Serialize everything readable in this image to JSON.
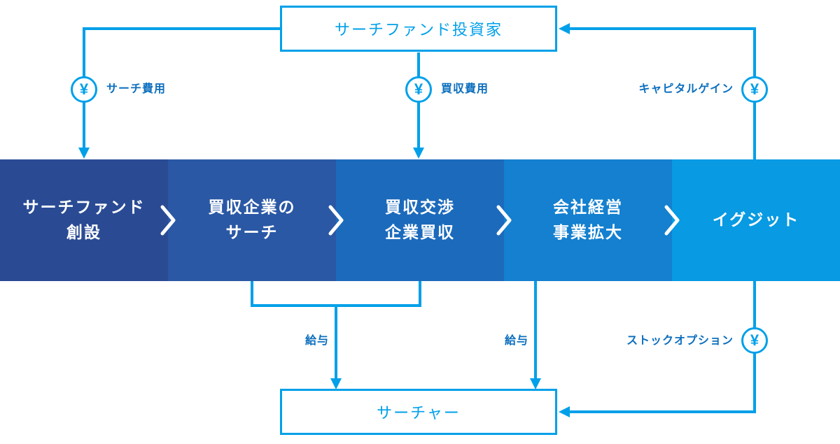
{
  "diagram": {
    "investor_box": {
      "label": "サーチファンド投資家"
    },
    "searcher_box": {
      "label": "サーチャー"
    },
    "stages": [
      {
        "id": "stage-1",
        "label": "サーチファンド\n創設",
        "color": "#2a4b94"
      },
      {
        "id": "stage-2",
        "label": "買収企業の\nサーチ",
        "color": "#2a58a5"
      },
      {
        "id": "stage-3",
        "label": "買収交渉\n企業買収",
        "color": "#1c6abc"
      },
      {
        "id": "stage-4",
        "label": "会社経営\n事業拡大",
        "color": "#1480cf"
      },
      {
        "id": "stage-5",
        "label": "イグジット",
        "color": "#089ae2"
      }
    ],
    "flows": {
      "search_cost": {
        "label": "サーチ費用",
        "icon": "yen-circle"
      },
      "acquisition_cost": {
        "label": "買収費用",
        "icon": "yen-circle"
      },
      "capital_gain": {
        "label": "キャピタルゲイン",
        "icon": "yen-circle"
      },
      "salary_1": {
        "label": "給与"
      },
      "salary_2": {
        "label": "給与"
      },
      "stock_option": {
        "label": "ストックオプション",
        "icon": "yen-circle"
      }
    },
    "yen_symbol": "¥",
    "colors": {
      "arrow": "#00a0e9",
      "flow_label": "#0d6fbe",
      "box_border": "#00a0e9",
      "box_text": "#00a0e9",
      "stage_text": "#ffffff",
      "background": "#ffffff"
    }
  }
}
